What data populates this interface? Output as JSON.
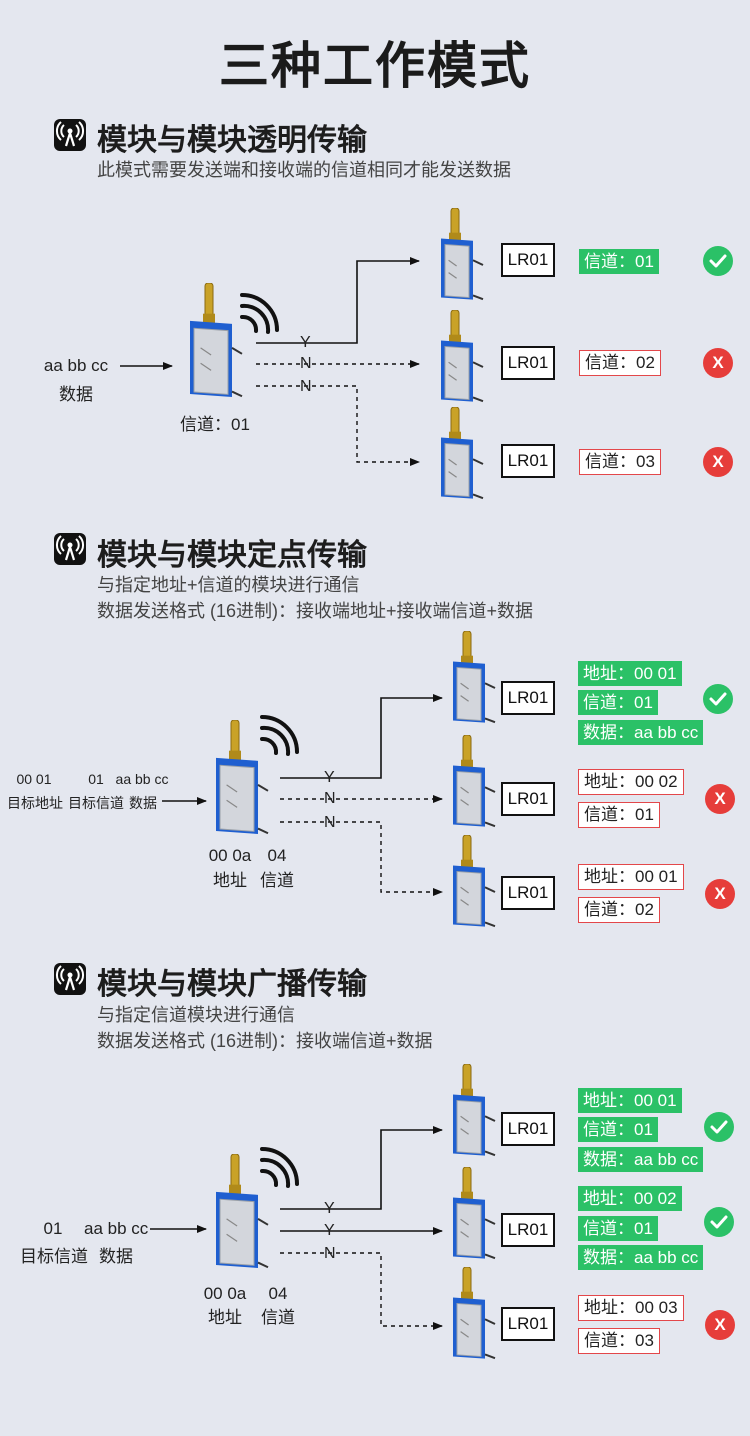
{
  "title": "三种工作模式",
  "module_label": "LR01",
  "colors": {
    "green": "#2bc167",
    "red": "#e63d3a",
    "bg": "#e4e7ef"
  },
  "icons": {
    "section": "wireless-signal-icon",
    "ok": "check-circle-icon",
    "fail": "x-circle-icon",
    "module": "lora-module-icon",
    "wave": "signal-waves-icon"
  },
  "sections": [
    {
      "title": "模块与模块透明传输",
      "desc1": "此模式需要发送端和接收端的信道相同才能发送数据",
      "input": {
        "value": "aa bb cc",
        "label": "数据"
      },
      "sender_channel": "信道：01",
      "links": [
        "Y",
        "N",
        "N"
      ],
      "receivers": [
        {
          "fields": [
            {
              "text": "信道：01",
              "status": "ok"
            }
          ],
          "result": "ok"
        },
        {
          "fields": [
            {
              "text": "信道：02",
              "status": "fail"
            }
          ],
          "result": "fail"
        },
        {
          "fields": [
            {
              "text": "信道：03",
              "status": "fail"
            }
          ],
          "result": "fail"
        }
      ]
    },
    {
      "title": "模块与模块定点传输",
      "desc1": "与指定地址+信道的模块进行通信",
      "desc2": "数据发送格式 (16进制)：接收端地址+接收端信道+数据",
      "input": {
        "v1": "00 01",
        "l1": "目标地址",
        "v2": "01",
        "l2": "目标信道",
        "v3": "aa bb cc",
        "l3": "数据"
      },
      "sender": {
        "addr_val": "00 0a",
        "addr_lbl": "地址",
        "ch_val": "04",
        "ch_lbl": "信道"
      },
      "links": [
        "Y",
        "N",
        "N"
      ],
      "receivers": [
        {
          "fields": [
            {
              "text": "地址：00 01",
              "status": "ok"
            },
            {
              "text": "信道：01",
              "status": "ok"
            },
            {
              "text": "数据：aa bb cc",
              "status": "ok"
            }
          ],
          "result": "ok"
        },
        {
          "fields": [
            {
              "text": "地址：00 02",
              "status": "fail"
            },
            {
              "text": "信道：01",
              "status": "fail"
            }
          ],
          "result": "fail"
        },
        {
          "fields": [
            {
              "text": "地址：00 01",
              "status": "fail"
            },
            {
              "text": "信道：02",
              "status": "fail"
            }
          ],
          "result": "fail"
        }
      ]
    },
    {
      "title": "模块与模块广播传输",
      "desc1": "与指定信道模块进行通信",
      "desc2": "数据发送格式 (16进制)：接收端信道+数据",
      "input": {
        "v1": "01",
        "l1": "目标信道",
        "v2": "aa bb cc",
        "l2": "数据"
      },
      "sender": {
        "addr_val": "00 0a",
        "addr_lbl": "地址",
        "ch_val": "04",
        "ch_lbl": "信道"
      },
      "links": [
        "Y",
        "Y",
        "N"
      ],
      "receivers": [
        {
          "fields": [
            {
              "text": "地址：00 01",
              "status": "ok"
            },
            {
              "text": "信道：01",
              "status": "ok"
            },
            {
              "text": "数据：aa bb cc",
              "status": "ok"
            }
          ],
          "result": "ok"
        },
        {
          "fields": [
            {
              "text": "地址：00 02",
              "status": "ok"
            },
            {
              "text": "信道：01",
              "status": "ok"
            },
            {
              "text": "数据：aa bb cc",
              "status": "ok"
            }
          ],
          "result": "ok"
        },
        {
          "fields": [
            {
              "text": "地址：00 03",
              "status": "fail"
            },
            {
              "text": "信道：03",
              "status": "fail"
            }
          ],
          "result": "fail"
        }
      ]
    }
  ]
}
